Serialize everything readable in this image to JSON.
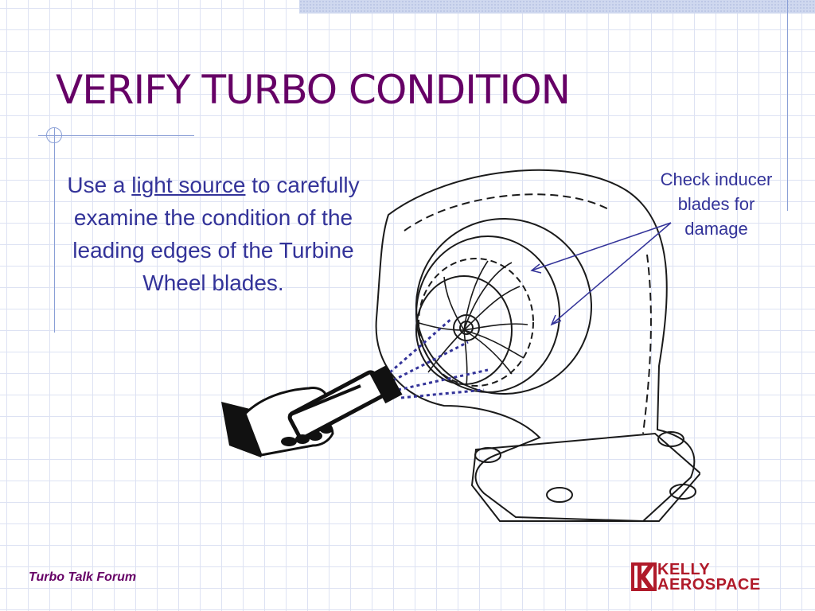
{
  "slide": {
    "title": "VERIFY TURBO CONDITION",
    "body": {
      "prefix": "Use a ",
      "link": "light source",
      "suffix": " to carefully examine the condition of the leading edges of the Turbine Wheel blades."
    },
    "callout": "Check inducer blades for damage",
    "footer": "Turbo Talk Forum",
    "logo": {
      "line1": "KELLY",
      "line2": "AEROSPACE"
    }
  },
  "colors": {
    "title": "#660066",
    "body_text": "#333399",
    "grid": "#dde2f3",
    "accent_lines": "#8a9fd6",
    "logo": "#b01a2a"
  },
  "icons": [
    "turbocharger-illustration",
    "flashlight-hand-icon",
    "kelly-aerospace-logo-mark"
  ]
}
